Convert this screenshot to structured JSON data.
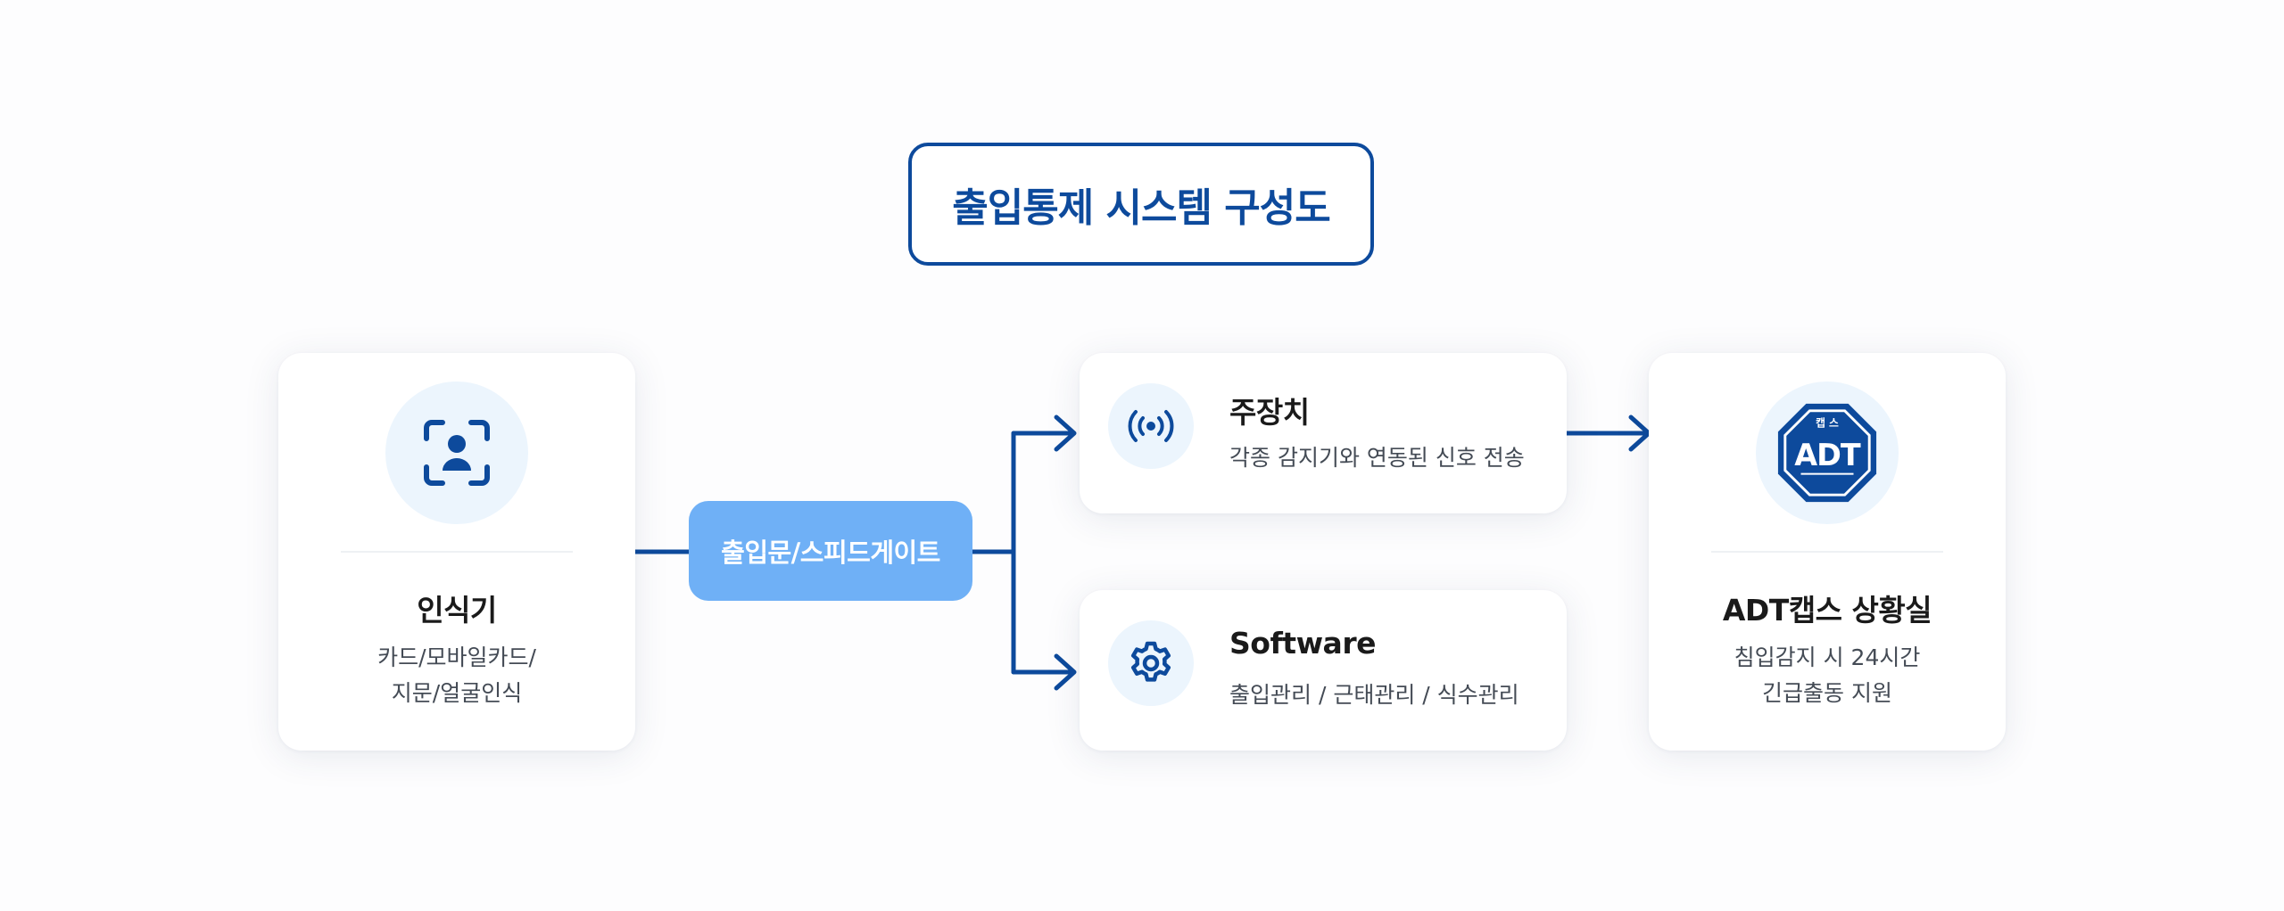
{
  "title": "출입통제 시스템 구성도",
  "colors": {
    "primary": "#0d4a9c",
    "gate_fill": "#6fb0f6",
    "icon_bg": "#ecf5fd"
  },
  "recognizer": {
    "icon": "face-scan-icon",
    "title": "인식기",
    "line1": "카드/모바일카드/",
    "line2": "지문/얼굴인식"
  },
  "gate": {
    "label": "출입문/스피드게이트"
  },
  "controller": {
    "icon": "signal-broadcast-icon",
    "title": "주장치",
    "description": "각종 감지기와 연동된 신호 전송"
  },
  "software": {
    "icon": "gear-icon",
    "title": "Software",
    "description": "출입관리 / 근태관리 / 식수관리"
  },
  "adt_center": {
    "icon": "adt-caps-logo",
    "logo_text": "ADT",
    "logo_top": "캡 스",
    "title": "ADT캡스 상황실",
    "line1": "침입감지 시 24시간",
    "line2": "긴급출동 지원"
  }
}
